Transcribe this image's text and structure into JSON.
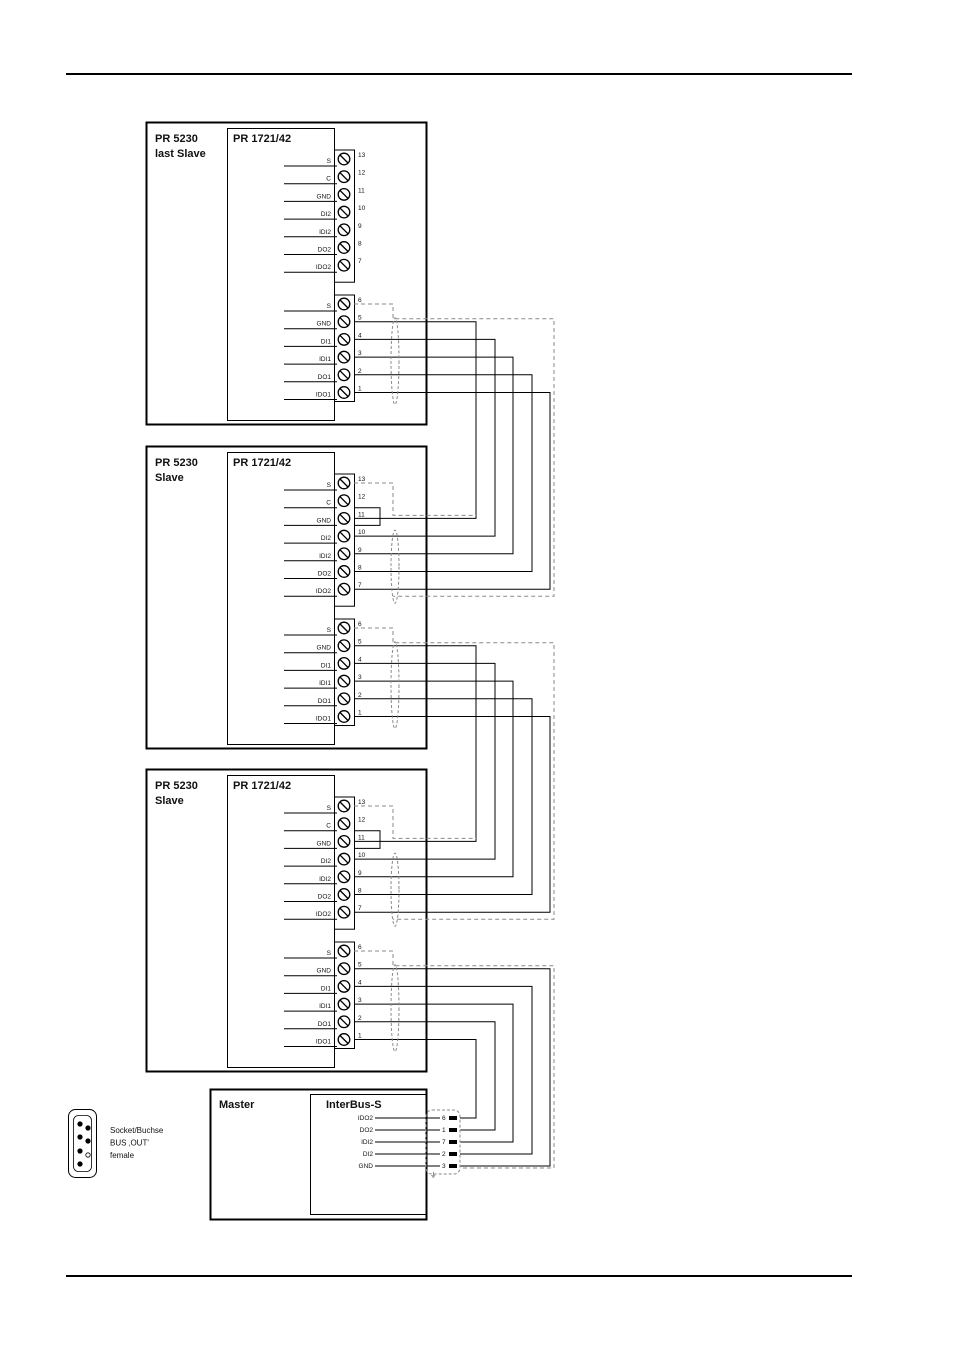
{
  "modules": [
    {
      "title_left": [
        "PR 5230",
        "last Slave"
      ],
      "title_right": "PR 1721/42",
      "blocks": [
        {
          "terminals": [
            [
              "S",
              "13"
            ],
            [
              "C",
              "12"
            ],
            [
              "GND",
              "11"
            ],
            [
              "DI2",
              "10"
            ],
            [
              "IDI2",
              "9"
            ],
            [
              "DO2",
              "8"
            ],
            [
              "IDO2",
              "7"
            ]
          ]
        },
        {
          "terminals": [
            [
              "S",
              "6"
            ],
            [
              "GND",
              "5"
            ],
            [
              "DI1",
              "4"
            ],
            [
              "IDI1",
              "3"
            ],
            [
              "DO1",
              "2"
            ],
            [
              "IDO1",
              "1"
            ]
          ]
        }
      ]
    },
    {
      "title_left": [
        "PR 5230",
        "Slave"
      ],
      "title_right": "PR 1721/42",
      "blocks": [
        {
          "terminals": [
            [
              "S",
              "13"
            ],
            [
              "C",
              "12"
            ],
            [
              "GND",
              "11"
            ],
            [
              "DI2",
              "10"
            ],
            [
              "IDI2",
              "9"
            ],
            [
              "DO2",
              "8"
            ],
            [
              "IDO2",
              "7"
            ]
          ]
        },
        {
          "terminals": [
            [
              "S",
              "6"
            ],
            [
              "GND",
              "5"
            ],
            [
              "DI1",
              "4"
            ],
            [
              "IDI1",
              "3"
            ],
            [
              "DO1",
              "2"
            ],
            [
              "IDO1",
              "1"
            ]
          ]
        }
      ]
    },
    {
      "title_left": [
        "PR 5230",
        "Slave"
      ],
      "title_right": "PR 1721/42",
      "blocks": [
        {
          "terminals": [
            [
              "S",
              "13"
            ],
            [
              "C",
              "12"
            ],
            [
              "GND",
              "11"
            ],
            [
              "DI2",
              "10"
            ],
            [
              "IDI2",
              "9"
            ],
            [
              "DO2",
              "8"
            ],
            [
              "IDO2",
              "7"
            ]
          ]
        },
        {
          "terminals": [
            [
              "S",
              "6"
            ],
            [
              "GND",
              "5"
            ],
            [
              "DI1",
              "4"
            ],
            [
              "IDI1",
              "3"
            ],
            [
              "DO1",
              "2"
            ],
            [
              "IDO1",
              "1"
            ]
          ]
        }
      ]
    }
  ],
  "master": {
    "title": "Master",
    "interface_title": "InterBus-S",
    "pins": [
      [
        "IDO2",
        "6"
      ],
      [
        "DO2",
        "1"
      ],
      [
        "IDI2",
        "7"
      ],
      [
        "DI2",
        "2"
      ],
      [
        "GND",
        "3"
      ]
    ]
  },
  "connector": {
    "label_lines": [
      "Socket/Buchse",
      "BUS ‚OUT'",
      "female"
    ]
  },
  "colors": {
    "line": "#000000",
    "shield": "#8a8a8a"
  }
}
